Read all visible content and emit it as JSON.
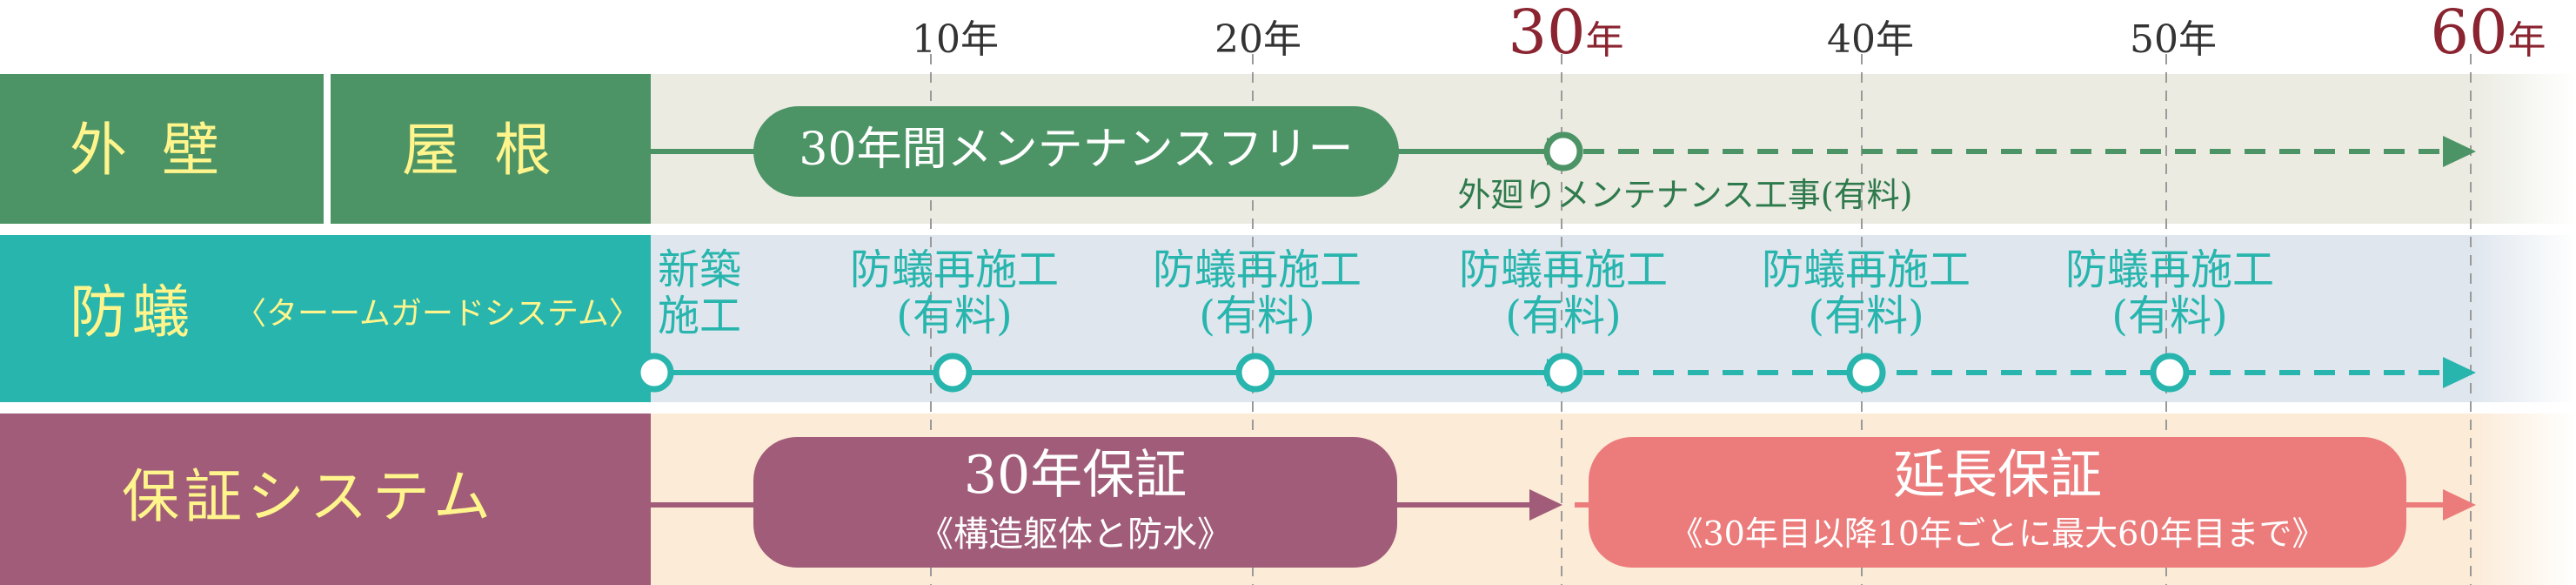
{
  "years": {
    "y10": "10年",
    "y20": "20年",
    "y30_num": "30",
    "y30_unit": "年",
    "y40": "40年",
    "y50": "50年",
    "y60_num": "60",
    "y60_unit": "年"
  },
  "row_exterior": {
    "label_1": "外壁",
    "label_2": "屋根",
    "pill": "30年間メンテナンスフリー",
    "note": "外廻りメンテナンス工事(有料)"
  },
  "row_termite": {
    "label": "防蟻",
    "sub": "〈ターームガードシステム〉",
    "first_line1": "新築",
    "first_line2": "施工",
    "re_line1": "防蟻再施工",
    "re_line2": "(有料)"
  },
  "row_warranty": {
    "label": "保証システム",
    "pill1_main": "30年保証",
    "pill1_sub": "《構造躯体と防水》",
    "pill2_main": "延長保証",
    "pill2_sub": "《30年目以降10年ごとに最大60年目まで》"
  },
  "colors": {
    "green": "#4c9466",
    "teal": "#27b5ad",
    "plum": "#a05c78",
    "coral": "#ec7b7b",
    "accent_red": "#8a2430",
    "label_yellow": "#fff58c"
  }
}
